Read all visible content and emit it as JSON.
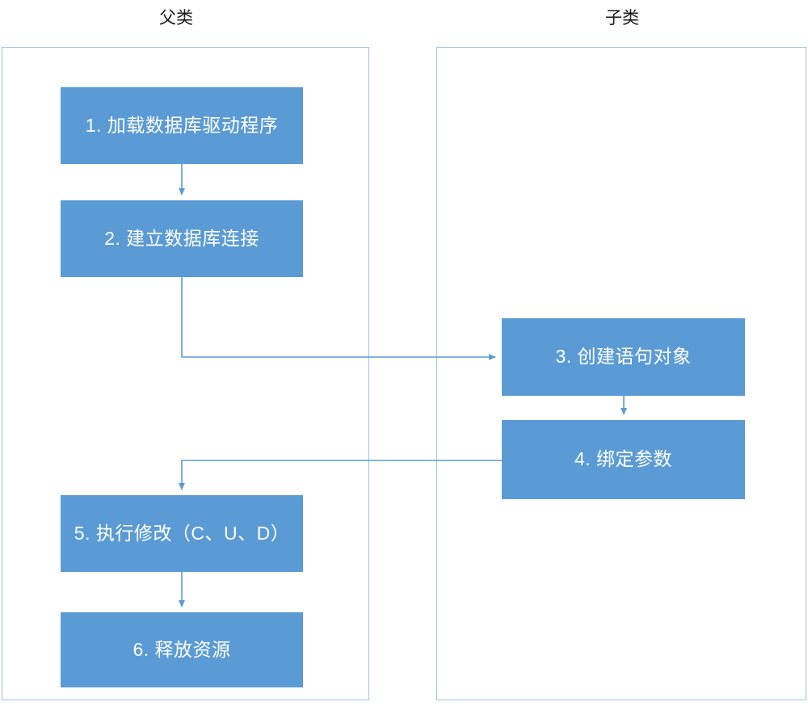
{
  "diagram": {
    "type": "flowchart",
    "title_parent": "父类",
    "title_child": "子类",
    "accent_color": "#5b9bd5",
    "lane_border_color": "#9cc0e0",
    "connector_color": "#5b9bd5",
    "lanes": [
      {
        "id": "parent",
        "label": "父类"
      },
      {
        "id": "child",
        "label": "子类"
      }
    ],
    "nodes": [
      {
        "id": "n1",
        "lane": "parent",
        "label": "1. 加载数据库驱动程序"
      },
      {
        "id": "n2",
        "lane": "parent",
        "label": "2. 建立数据库连接"
      },
      {
        "id": "n3",
        "lane": "child",
        "label": "3. 创建语句对象"
      },
      {
        "id": "n4",
        "lane": "child",
        "label": "4. 绑定参数"
      },
      {
        "id": "n5",
        "lane": "parent",
        "label": "5. 执行修改（C、U、D）"
      },
      {
        "id": "n6",
        "lane": "parent",
        "label": "6. 释放资源"
      }
    ],
    "edges": [
      {
        "id": "e1",
        "from": "n1",
        "to": "n2",
        "style": "straight-down"
      },
      {
        "id": "e2",
        "from": "n2",
        "to": "n3",
        "style": "elbow-down-right"
      },
      {
        "id": "e3",
        "from": "n3",
        "to": "n4",
        "style": "straight-down"
      },
      {
        "id": "e4",
        "from": "n4",
        "to": "n5",
        "style": "elbow-left-down"
      },
      {
        "id": "e5",
        "from": "n5",
        "to": "n6",
        "style": "straight-down"
      }
    ]
  }
}
